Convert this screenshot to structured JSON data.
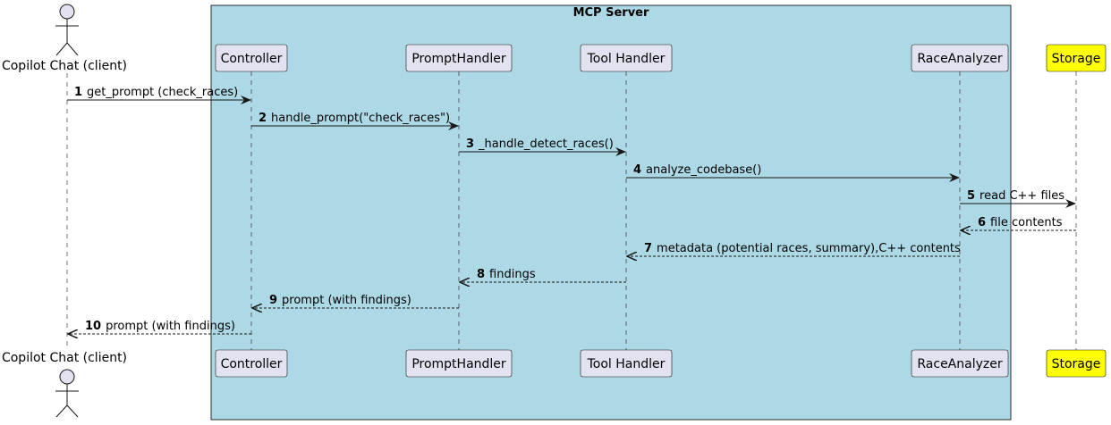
{
  "diagram": {
    "boundary": {
      "title": "MCP Server",
      "fill": "#ADD8E6"
    },
    "actor": {
      "label": "Copilot Chat (client)"
    },
    "participants": [
      {
        "id": "controller",
        "label": "Controller",
        "fill": "#E2E2F0"
      },
      {
        "id": "prompthandler",
        "label": "PromptHandler",
        "fill": "#E2E2F0"
      },
      {
        "id": "toolhandler",
        "label": "Tool Handler",
        "fill": "#E2E2F0"
      },
      {
        "id": "raceanalyzer",
        "label": "RaceAnalyzer",
        "fill": "#E2E2F0"
      },
      {
        "id": "storage",
        "label": "Storage",
        "fill": "#FFFF00"
      }
    ],
    "messages": [
      {
        "num": "1",
        "text": "get_prompt (check_races)",
        "from": "actor",
        "to": "controller",
        "style": "solid"
      },
      {
        "num": "2",
        "text": "handle_prompt(\"check_races\")",
        "from": "controller",
        "to": "prompthandler",
        "style": "solid"
      },
      {
        "num": "3",
        "text": "_handle_detect_races()",
        "from": "prompthandler",
        "to": "toolhandler",
        "style": "solid"
      },
      {
        "num": "4",
        "text": "analyze_codebase()",
        "from": "toolhandler",
        "to": "raceanalyzer",
        "style": "solid"
      },
      {
        "num": "5",
        "text": "read C++ files",
        "from": "raceanalyzer",
        "to": "storage",
        "style": "solid"
      },
      {
        "num": "6",
        "text": "file contents",
        "from": "storage",
        "to": "raceanalyzer",
        "style": "dashed"
      },
      {
        "num": "7",
        "text": "metadata (potential races, summary),C++ contents",
        "from": "raceanalyzer",
        "to": "toolhandler",
        "style": "dashed"
      },
      {
        "num": "8",
        "text": "findings",
        "from": "toolhandler",
        "to": "prompthandler",
        "style": "dashed"
      },
      {
        "num": "9",
        "text": "prompt (with findings)",
        "from": "prompthandler",
        "to": "controller",
        "style": "dashed"
      },
      {
        "num": "10",
        "text": "prompt (with findings)",
        "from": "controller",
        "to": "actor",
        "style": "dashed"
      }
    ]
  }
}
